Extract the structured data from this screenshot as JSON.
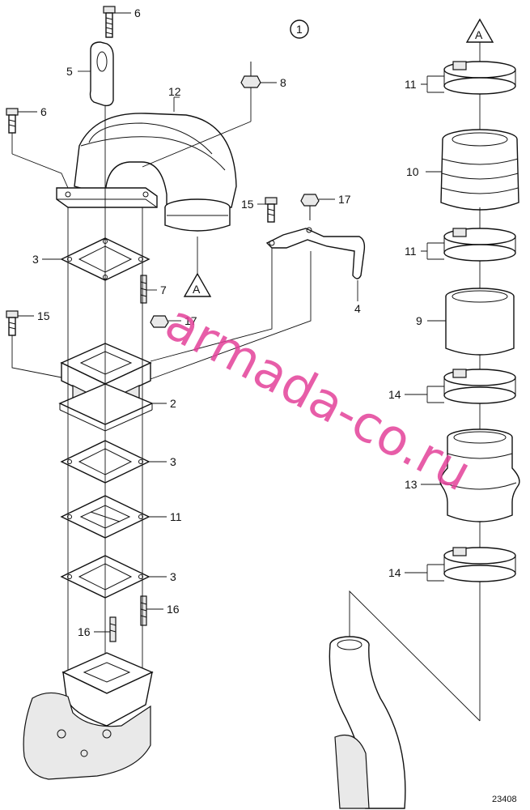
{
  "diagram": {
    "view_number": "1",
    "reference_a": "A",
    "drawing_number": "23408",
    "watermark": "armada-co.ru",
    "callouts": {
      "c6_top": "6",
      "c5": "5",
      "c12": "12",
      "c8": "8",
      "c6_left": "6",
      "c3_a": "3",
      "c7": "7",
      "c15_left": "15",
      "c17_mid": "17",
      "c15_bracket": "15",
      "c17_bracket": "17",
      "c4": "4",
      "c2": "2",
      "c3_b": "3",
      "c11_gasket": "11",
      "c3_c": "3",
      "c16_right": "16",
      "c16_left": "16",
      "c11_top": "11",
      "c10": "10",
      "c11_mid": "11",
      "c9": "9",
      "c14_a": "14",
      "c13": "13",
      "c14_b": "14"
    }
  }
}
